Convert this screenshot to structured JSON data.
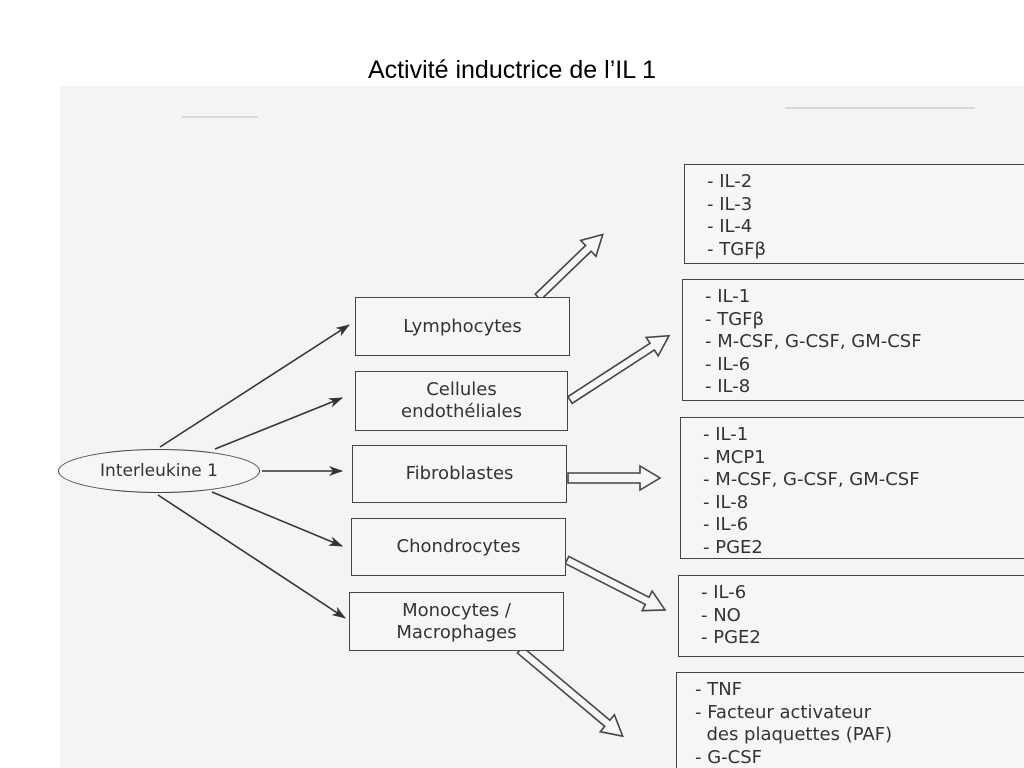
{
  "title": "Activité inductrice de l’IL 1",
  "source": "Interleukine 1",
  "cells": [
    {
      "id": "lymphocytes",
      "lines": [
        "Lymphocytes"
      ]
    },
    {
      "id": "endothelial",
      "lines": [
        "Cellules",
        "endothéliales"
      ]
    },
    {
      "id": "fibroblasts",
      "lines": [
        "Fibroblastes"
      ]
    },
    {
      "id": "chondrocytes",
      "lines": [
        "Chondrocytes"
      ]
    },
    {
      "id": "monocytes",
      "lines": [
        "Monocytes /",
        "Macrophages"
      ]
    }
  ],
  "products": [
    {
      "items": [
        "- IL-2",
        "- IL-3",
        "- IL-4",
        "- TGFβ"
      ]
    },
    {
      "items": [
        "- IL-1",
        "- TGFβ",
        "- M-CSF, G-CSF, GM-CSF",
        "- IL-6",
        "- IL-8"
      ]
    },
    {
      "items": [
        "- IL-1",
        "- MCP1",
        "- M-CSF, G-CSF, GM-CSF",
        "- IL-8",
        "- IL-6",
        "- PGE2"
      ]
    },
    {
      "items": [
        "- IL-6",
        "- NO",
        "- PGE2"
      ]
    },
    {
      "items": [
        "- TNF",
        "- Facteur activateur",
        "  des plaquettes (PAF)",
        "- G-CSF"
      ]
    }
  ]
}
